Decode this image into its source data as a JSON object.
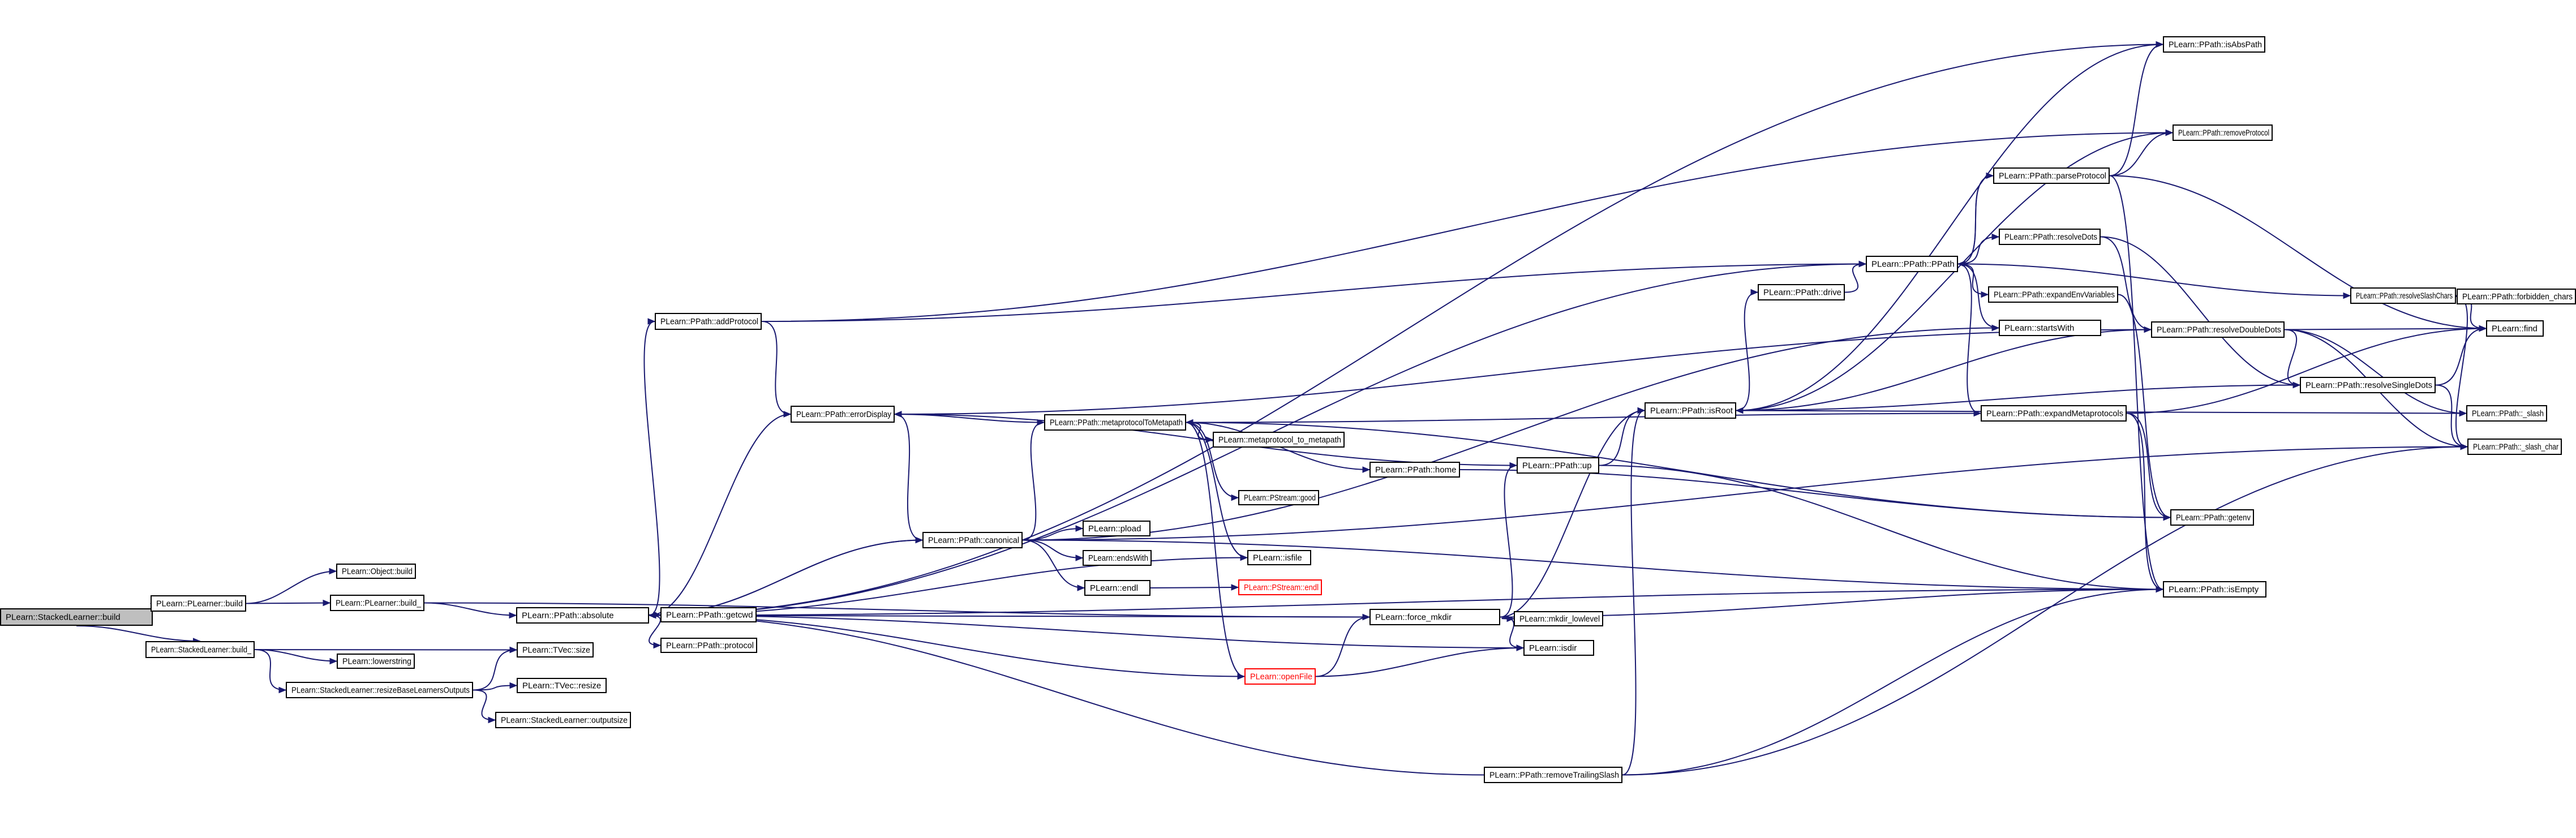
{
  "graph": {
    "nodes": [
      {
        "id": "stacked_build",
        "label": "PLearn::StackedLearner::build",
        "style": "root"
      },
      {
        "id": "plearner_build",
        "label": "PLearn::PLearner::build"
      },
      {
        "id": "stacked_build_",
        "label": "PLearn::StackedLearner::build_"
      },
      {
        "id": "object_build",
        "label": "PLearn::Object::build"
      },
      {
        "id": "plearner_build_",
        "label": "PLearn::PLearner::build_"
      },
      {
        "id": "lowerstring",
        "label": "PLearn::lowerstring"
      },
      {
        "id": "resize_base",
        "label": "PLearn::StackedLearner::resizeBaseLearnersOutputs"
      },
      {
        "id": "tvec_size",
        "label": "PLearn::TVec::size"
      },
      {
        "id": "tvec_resize",
        "label": "PLearn::TVec::resize"
      },
      {
        "id": "outputsize",
        "label": "PLearn::StackedLearner::outputsize"
      },
      {
        "id": "absolute",
        "label": "PLearn::PPath::absolute"
      },
      {
        "id": "getcwd",
        "label": "PLearn::PPath::getcwd"
      },
      {
        "id": "protocol",
        "label": "PLearn::PPath::protocol"
      },
      {
        "id": "addProtocol",
        "label": "PLearn::PPath::addProtocol"
      },
      {
        "id": "errorDisplay",
        "label": "PLearn::PPath::errorDisplay"
      },
      {
        "id": "canonical",
        "label": "PLearn::PPath::canonical"
      },
      {
        "id": "metaToMetapath",
        "label": "PLearn::PPath::metaprotocolToMetapath"
      },
      {
        "id": "metaprotocol_to_metapath",
        "label": "PLearn::metaprotocol_to_metapath"
      },
      {
        "id": "pstream_good",
        "label": "PLearn::PStream::good"
      },
      {
        "id": "pload",
        "label": "PLearn::pload"
      },
      {
        "id": "endsWith",
        "label": "PLearn::endsWith"
      },
      {
        "id": "endl",
        "label": "PLearn::endl"
      },
      {
        "id": "pstream_endl",
        "label": "PLearn::PStream::endl",
        "style": "red"
      },
      {
        "id": "isfile",
        "label": "PLearn::isfile"
      },
      {
        "id": "openFile",
        "label": "PLearn::openFile",
        "style": "red"
      },
      {
        "id": "home",
        "label": "PLearn::PPath::home"
      },
      {
        "id": "up",
        "label": "PLearn::PPath::up"
      },
      {
        "id": "force_mkdir",
        "label": "PLearn::force_mkdir"
      },
      {
        "id": "mkdir_lowlevel",
        "label": "PLearn::mkdir_lowlevel"
      },
      {
        "id": "isdir",
        "label": "PLearn::isdir"
      },
      {
        "id": "removeTrailingSlash",
        "label": "PLearn::PPath::removeTrailingSlash"
      },
      {
        "id": "drive",
        "label": "PLearn::PPath::drive"
      },
      {
        "id": "isRoot",
        "label": "PLearn::PPath::isRoot"
      },
      {
        "id": "ppath_ctor",
        "label": "PLearn::PPath::PPath"
      },
      {
        "id": "parseProtocol",
        "label": "PLearn::PPath::parseProtocol"
      },
      {
        "id": "resolveDots",
        "label": "PLearn::PPath::resolveDots"
      },
      {
        "id": "expandEnv",
        "label": "PLearn::PPath::expandEnvVariables"
      },
      {
        "id": "startsWith",
        "label": "PLearn::startsWith"
      },
      {
        "id": "expandMeta",
        "label": "PLearn::PPath::expandMetaprotocols"
      },
      {
        "id": "isAbsPath",
        "label": "PLearn::PPath::isAbsPath"
      },
      {
        "id": "removeProtocol",
        "label": "PLearn::PPath::removeProtocol"
      },
      {
        "id": "resolveDoubleDots",
        "label": "PLearn::PPath::resolveDoubleDots"
      },
      {
        "id": "resolveSingleDots",
        "label": "PLearn::PPath::resolveSingleDots"
      },
      {
        "id": "resolveSlashChars",
        "label": "PLearn::PPath::resolveSlashChars"
      },
      {
        "id": "forbidden_chars",
        "label": "PLearn::PPath::forbidden_chars"
      },
      {
        "id": "find",
        "label": "PLearn::find"
      },
      {
        "id": "slash",
        "label": "PLearn::PPath::_slash"
      },
      {
        "id": "slash_char",
        "label": "PLearn::PPath::_slash_char"
      },
      {
        "id": "getenv",
        "label": "PLearn::PPath::getenv"
      },
      {
        "id": "isEmpty",
        "label": "PLearn::PPath::isEmpty"
      }
    ],
    "edges": [
      [
        "stacked_build",
        "plearner_build"
      ],
      [
        "stacked_build",
        "stacked_build_"
      ],
      [
        "plearner_build",
        "object_build"
      ],
      [
        "plearner_build",
        "plearner_build_"
      ],
      [
        "plearner_build_",
        "absolute"
      ],
      [
        "plearner_build_",
        "force_mkdir"
      ],
      [
        "stacked_build_",
        "lowerstring"
      ],
      [
        "stacked_build_",
        "resize_base"
      ],
      [
        "stacked_build_",
        "tvec_size"
      ],
      [
        "resize_base",
        "tvec_size"
      ],
      [
        "resize_base",
        "tvec_resize"
      ],
      [
        "resize_base",
        "outputsize"
      ],
      [
        "absolute",
        "addProtocol"
      ],
      [
        "absolute",
        "errorDisplay"
      ],
      [
        "absolute",
        "getcwd"
      ],
      [
        "absolute",
        "protocol"
      ],
      [
        "absolute",
        "canonical"
      ],
      [
        "absolute",
        "isAbsPath"
      ],
      [
        "absolute",
        "ppath_ctor"
      ],
      [
        "addProtocol",
        "errorDisplay"
      ],
      [
        "addProtocol",
        "ppath_ctor"
      ],
      [
        "addProtocol",
        "removeProtocol"
      ],
      [
        "errorDisplay",
        "canonical"
      ],
      [
        "canonical",
        "absolute"
      ],
      [
        "canonical",
        "metaToMetapath"
      ],
      [
        "canonical",
        "pload"
      ],
      [
        "canonical",
        "endsWith"
      ],
      [
        "canonical",
        "endl"
      ],
      [
        "canonical",
        "isEmpty"
      ],
      [
        "canonical",
        "slash_char"
      ],
      [
        "canonical",
        "startsWith"
      ],
      [
        "metaToMetapath",
        "errorDisplay"
      ],
      [
        "metaToMetapath",
        "metaprotocol_to_metapath"
      ],
      [
        "metaToMetapath",
        "pstream_good"
      ],
      [
        "metaToMetapath",
        "home"
      ],
      [
        "metaToMetapath",
        "isfile"
      ],
      [
        "metaToMetapath",
        "openFile"
      ],
      [
        "metaToMetapath",
        "getenv"
      ],
      [
        "endl",
        "pstream_endl"
      ],
      [
        "openFile",
        "absolute"
      ],
      [
        "openFile",
        "force_mkdir"
      ],
      [
        "openFile",
        "isdir"
      ],
      [
        "home",
        "getenv"
      ],
      [
        "up",
        "errorDisplay"
      ],
      [
        "up",
        "isRoot"
      ],
      [
        "up",
        "isEmpty"
      ],
      [
        "force_mkdir",
        "absolute"
      ],
      [
        "force_mkdir",
        "up"
      ],
      [
        "force_mkdir",
        "mkdir_lowlevel"
      ],
      [
        "force_mkdir",
        "isdir"
      ],
      [
        "force_mkdir",
        "isRoot"
      ],
      [
        "force_mkdir",
        "isEmpty"
      ],
      [
        "isdir",
        "absolute"
      ],
      [
        "removeTrailingSlash",
        "absolute"
      ],
      [
        "removeTrailingSlash",
        "isRoot"
      ],
      [
        "removeTrailingSlash",
        "isEmpty"
      ],
      [
        "removeTrailingSlash",
        "slash_char"
      ],
      [
        "isEmpty",
        "absolute"
      ],
      [
        "drive",
        "ppath_ctor"
      ],
      [
        "isRoot",
        "drive"
      ],
      [
        "isRoot",
        "isAbsPath"
      ],
      [
        "isRoot",
        "removeProtocol"
      ],
      [
        "isRoot",
        "slash"
      ],
      [
        "ppath_ctor",
        "parseProtocol"
      ],
      [
        "ppath_ctor",
        "resolveDots"
      ],
      [
        "ppath_ctor",
        "expandEnv"
      ],
      [
        "ppath_ctor",
        "startsWith"
      ],
      [
        "ppath_ctor",
        "expandMeta"
      ],
      [
        "ppath_ctor",
        "resolveSlashChars"
      ],
      [
        "parseProtocol",
        "ppath_ctor"
      ],
      [
        "parseProtocol",
        "isAbsPath"
      ],
      [
        "parseProtocol",
        "removeProtocol"
      ],
      [
        "parseProtocol",
        "find"
      ],
      [
        "parseProtocol",
        "isEmpty"
      ],
      [
        "resolveDots",
        "resolveDoubleDots"
      ],
      [
        "resolveDots",
        "resolveSingleDots"
      ],
      [
        "expandEnv",
        "getenv"
      ],
      [
        "expandMeta",
        "metaToMetapath"
      ],
      [
        "expandMeta",
        "find"
      ],
      [
        "expandMeta",
        "getenv"
      ],
      [
        "expandMeta",
        "isEmpty"
      ],
      [
        "resolveDoubleDots",
        "isRoot"
      ],
      [
        "resolveDoubleDots",
        "find"
      ],
      [
        "resolveDoubleDots",
        "slash"
      ],
      [
        "resolveDoubleDots",
        "resolveSingleDots"
      ],
      [
        "resolveDoubleDots",
        "slash_char"
      ],
      [
        "resolveDoubleDots",
        "errorDisplay"
      ],
      [
        "resolveSingleDots",
        "isRoot"
      ],
      [
        "resolveSingleDots",
        "find"
      ],
      [
        "resolveSingleDots",
        "slash_char"
      ],
      [
        "resolveSlashChars",
        "forbidden_chars"
      ],
      [
        "resolveSlashChars",
        "find"
      ],
      [
        "resolveSlashChars",
        "slash_char"
      ],
      [
        "isfile",
        "absolute"
      ]
    ]
  }
}
